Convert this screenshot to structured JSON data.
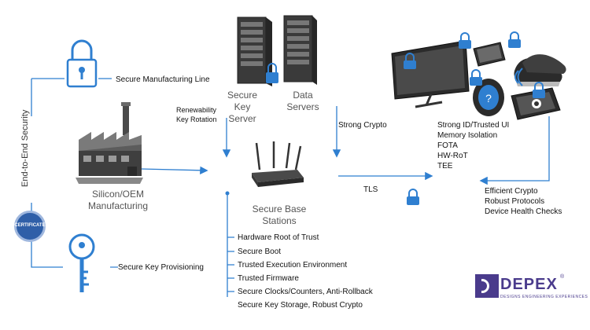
{
  "left": {
    "vertical_label": "End-to-End Security",
    "manufacturing_line": "Secure Manufacturing Line",
    "silicon_oem": "Silicon/OEM Manufacturing",
    "key_provisioning": "Secure Key Provisioning",
    "certificate_badge": "CERTIFICATE"
  },
  "servers": {
    "key_server": "Secure Key Server",
    "data_servers": "Data Servers",
    "renewability": "Renewability",
    "key_rotation": "Key Rotation",
    "strong_crypto": "Strong Crypto"
  },
  "base_station": {
    "title": "Secure Base Stations",
    "features": [
      "Hardware Root of Trust",
      "Secure Boot",
      "Trusted Execution Environment",
      "Trusted Firmware",
      "Secure Clocks/Counters,  Anti-Rollback",
      "Secure Key Storage, Robust Crypto"
    ]
  },
  "devices": {
    "features": [
      "Strong ID/Trusted UI",
      "Memory Isolation",
      "FOTA",
      "HW-RoT",
      "TEE"
    ],
    "tls": "TLS",
    "bottom_features": [
      "Efficient Crypto",
      "Robust Protocols",
      "Device Health Checks"
    ]
  },
  "logo": {
    "name": "DEPEX",
    "tagline": "DESIGNS ENGINEERING EXPERIENCES",
    "registered": "®"
  },
  "colors": {
    "accent": "#2f7fd0",
    "lock": "#2f7fd0",
    "text_grey": "#555555",
    "logo": "#4a3b8c"
  }
}
